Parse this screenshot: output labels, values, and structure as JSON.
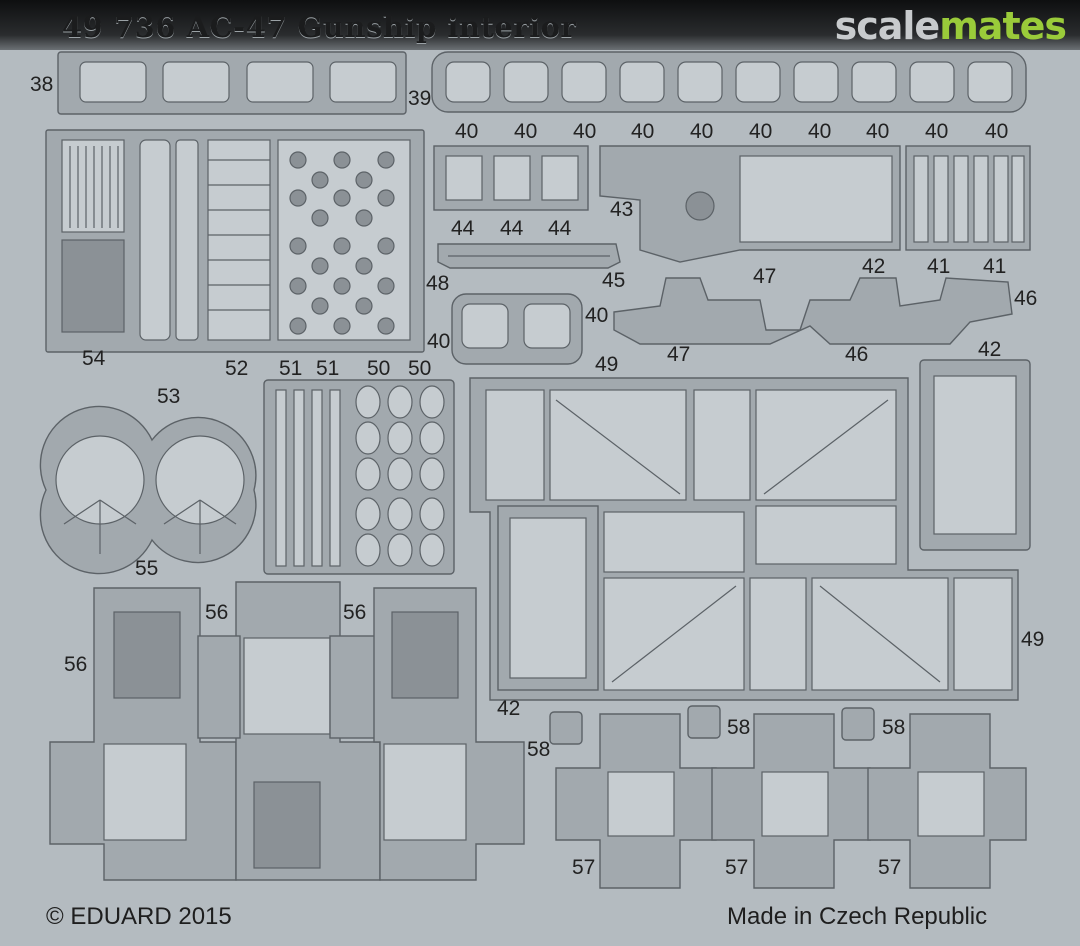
{
  "header": {
    "title": "49 736  AC-47 Gunship interior",
    "logo_left": "scale",
    "logo_right": "mates"
  },
  "footer": {
    "copyright": "© EDUARD 2015",
    "origin": "Made in Czech Republic"
  },
  "part_numbers": [
    "38",
    "39",
    "40",
    "40",
    "40",
    "40",
    "40",
    "40",
    "40",
    "40",
    "40",
    "40",
    "43",
    "44",
    "44",
    "44",
    "48",
    "45",
    "42",
    "41",
    "41",
    "47",
    "46",
    "40",
    "40",
    "49",
    "47",
    "46",
    "42",
    "54",
    "53",
    "52",
    "51",
    "51",
    "50",
    "50",
    "55",
    "56",
    "56",
    "56",
    "49",
    "42",
    "58",
    "58",
    "58",
    "57",
    "57",
    "57"
  ],
  "colors": {
    "fret": "#b4bbc0",
    "part": "#9ea5aa",
    "part_light": "#c9cfd3",
    "outline": "#5c6267",
    "window": "#8c9297",
    "logo_accent": "#9acb3a"
  }
}
